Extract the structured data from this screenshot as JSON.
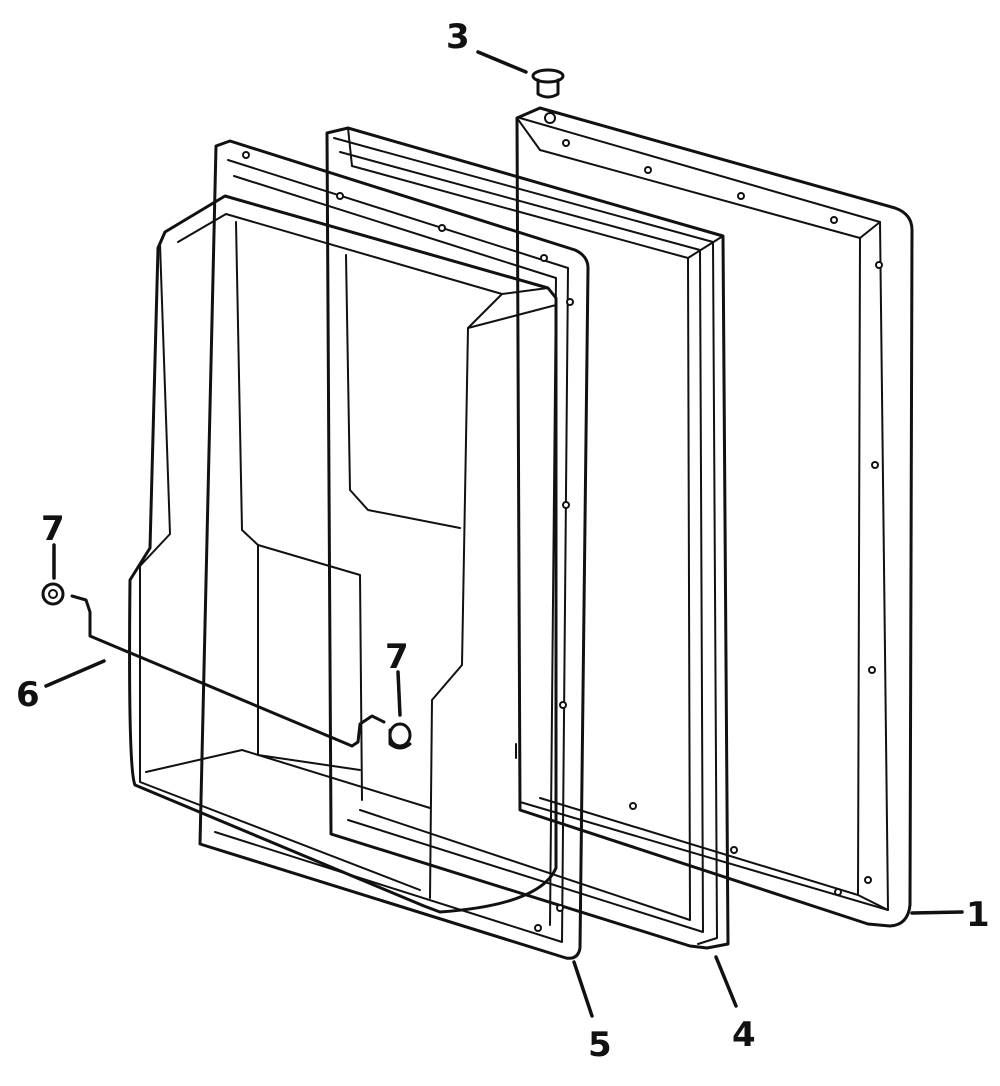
{
  "callouts": {
    "part_1": "1",
    "part_3": "3",
    "part_4": "4",
    "part_5": "5",
    "part_6": "6",
    "part_7a": "7",
    "part_7b": "7"
  }
}
